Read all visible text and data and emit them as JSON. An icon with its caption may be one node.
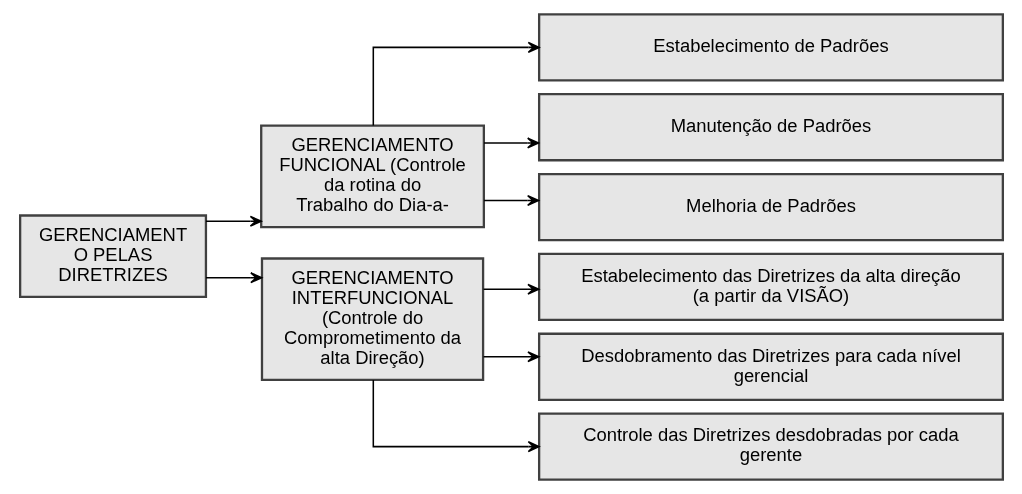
{
  "diagram": {
    "nodes": [
      {
        "text": [
          "GERENCIAMENT O PELAS DIRETRIZES"
        ]
      },
      {
        "text": [
          "GERENCIAMENTO FUNCIONAL (Controle da rotina do Trabalho do Dia-a-"
        ]
      },
      {
        "text": [
          "Estabelecimento de Padrões"
        ]
      },
      {
        "text": [
          "Manutenção de Padrões"
        ]
      },
      {
        "text": [
          "Melhoria de Padrões"
        ]
      },
      {
        "text": [
          "GERENCIAMENTO INTERFUNCIONAL (Controle do Comprometimento da alta Direção)"
        ]
      },
      {
        "text": [
          "Estabelecimento das Diretrizes da alta direção (a partir da VISÃO)"
        ]
      },
      {
        "text": [
          "Desdobramento das Diretrizes para cada nível gerencial"
        ]
      },
      {
        "text": [
          "Controle das Diretrizes desdobradas por cada gerente"
        ]
      }
    ],
    "edges": [
      {
        "from": 0,
        "to": 1,
        "arrow": "to"
      },
      {
        "from": 0,
        "to": 5,
        "arrow": "to"
      },
      {
        "from": 1,
        "to": 2,
        "arrow": "to"
      },
      {
        "from": 1,
        "to": 3,
        "arrow": "to"
      },
      {
        "from": 1,
        "to": 4,
        "arrow": "to"
      },
      {
        "from": 5,
        "to": 6,
        "arrow": "to"
      },
      {
        "from": 5,
        "to": 7,
        "arrow": "to"
      },
      {
        "from": 5,
        "to": 8,
        "arrow": "to"
      }
    ]
  }
}
